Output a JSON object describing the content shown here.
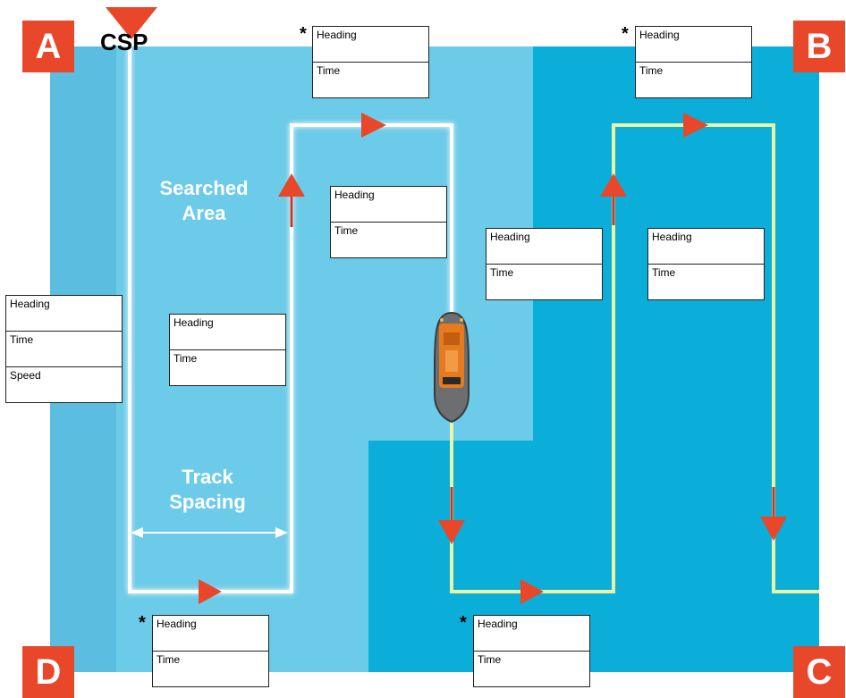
{
  "corners": {
    "a": "A",
    "b": "B",
    "c": "C",
    "d": "D"
  },
  "csp_label": "CSP",
  "searched_area": {
    "line1": "Searched",
    "line2": "Area"
  },
  "track_spacing": {
    "line1": "Track",
    "line2": "Spacing"
  },
  "fields": {
    "heading": "Heading",
    "time": "Time",
    "speed": "Speed"
  },
  "asterisk": "*",
  "colors": {
    "outer_sea": "#5bbde0",
    "searched_sea": "#6ccbe8",
    "unsearched_sea": "#0aaed8",
    "track_searched": "#ffffff",
    "track_unsearched": "#e6f5a8",
    "arrow": "#e8472a",
    "corner_bg": "#e8472a",
    "vessel_hull": "#6d6e70",
    "vessel_deck": "#e57a1e"
  }
}
